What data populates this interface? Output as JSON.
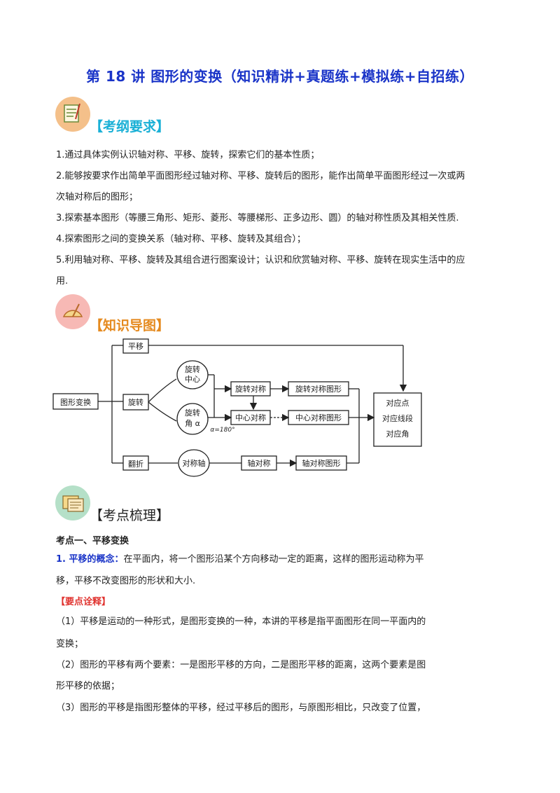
{
  "title": "第 18 讲 图形的变换（知识精讲+真题练+模拟练+自招练）",
  "sections": {
    "syllabus": {
      "heading": "【考纲要求】",
      "color": "#1ab0d6",
      "icon": "notepad-icon",
      "items": [
        "1.通过具体实例认识轴对称、平移、旋转，探索它们的基本性质；",
        "2.能够按要求作出简单平面图形经过轴对称、平移、旋转后的图形，能作出简单平面图形经过一次或两",
        "次轴对称后的图形；",
        "3.探索基本图形（等腰三角形、矩形、菱形、等腰梯形、正多边形、圆）的轴对称性质及其相关性质.",
        "4.探索图形之间的变换关系（轴对称、平移、旋转及其组合）；",
        "5.利用轴对称、平移、旋转及其组合进行图案设计；认识和欣赏轴对称、平移、旋转在现实生活中的应",
        "用."
      ]
    },
    "knowledge_map": {
      "heading": "【知识导图】",
      "color": "#e58a1f",
      "icon": "protractor-icon",
      "nodes": {
        "root": "图形变换",
        "translate": "平移",
        "rotate": "旋转",
        "flip": "翻折",
        "rot_center": [
          "旋转",
          "中心"
        ],
        "rot_angle": [
          "旋转",
          "角 α"
        ],
        "axis": "对称轴",
        "rot_sym": "旋转对称",
        "center_sym": "中心对称",
        "axis_sym": "轴对称",
        "rot_sym_fig": "旋转对称图形",
        "center_sym_fig": "中心对称图形",
        "axis_sym_fig": "轴对称图形",
        "angle_label": "α=180°",
        "result": [
          "对应点",
          "对应线段",
          "对应角"
        ]
      }
    },
    "review": {
      "heading": "【考点梳理】",
      "color": "#222222",
      "icon": "document-stack-icon",
      "point_title": "考点一、平移变换",
      "concept_label": "1.  平移的概念：",
      "concept_line1": "在平面内，将一个图形沿某个方向移动一定的距离，这样的图形运动称为平",
      "concept_line2": "移，平移不改变图形的形状和大小.",
      "notes_heading": "【要点诠释】",
      "notes": [
        "（1）平移是运动的一种形式，是图形变换的一种，本讲的平移是指平面图形在同一平面内的",
        "变换；",
        "（2）图形的平移有两个要素：一是图形平移的方向，二是图形平移的距离，这两个要素是图",
        "形平移的依据；",
        "（3）图形的平移是指图形整体的平移，经过平移后的图形，与原图形相比，只改变了位置，"
      ]
    }
  }
}
